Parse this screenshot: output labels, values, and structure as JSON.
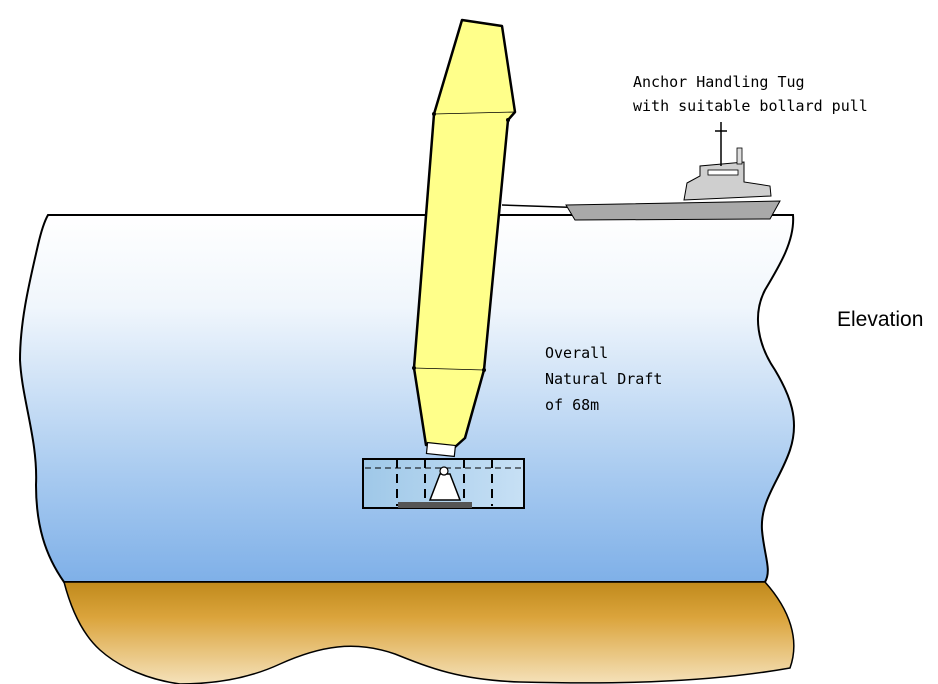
{
  "diagram": {
    "tug_label": {
      "line1": "Anchor Handling Tug",
      "line2": "with suitable bollard pull"
    },
    "draft_label": {
      "line1": "Overall",
      "line2": "Natural Draft",
      "line3": "of 68m"
    },
    "view_label": "Elevation"
  }
}
